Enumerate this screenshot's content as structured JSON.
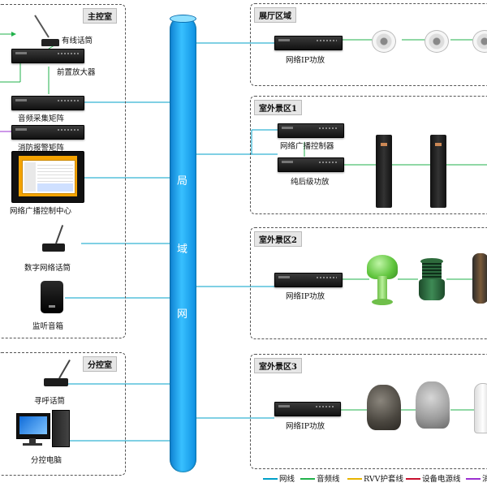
{
  "lan": {
    "chars": [
      "局",
      "域",
      "网"
    ]
  },
  "main_room": {
    "title": "主控室",
    "wired_mic": "有线话筒",
    "pre_amp": "前置放大器",
    "audio_matrix": "音频采集矩阵",
    "fire_matrix": "消防报警矩阵",
    "control_center": "网络广播控制中心",
    "digital_mic": "数字网络话筒",
    "monitor_speaker": "监听音箱"
  },
  "branch_room": {
    "title": "分控室",
    "paging_mic": "寻呼话筒",
    "branch_pc": "分控电脑"
  },
  "hall": {
    "title": "展厅区域",
    "amp": "网络IP功放"
  },
  "outdoor1": {
    "title": "室外景区1",
    "controller": "网络广播控制器",
    "rear_amp": "纯后级功放"
  },
  "outdoor2": {
    "title": "室外景区2",
    "amp": "网络IP功放"
  },
  "outdoor3": {
    "title": "室外景区3",
    "amp": "网络IP功放"
  },
  "legend": {
    "net": "网线",
    "audio": "音频线",
    "rvv": "RVV护套线",
    "power": "设备电源线",
    "fire": "消"
  },
  "colors": {
    "net": "#00a0c8",
    "audio": "#21b24b",
    "rvv": "#e8b400",
    "power": "#c8102e",
    "fire": "#9b30d0",
    "lan_pipe": "#1ea7f0"
  },
  "icons": [
    "microphone-icon",
    "rack-device-icon",
    "monitor-icon",
    "speaker-icon",
    "column-speaker-icon",
    "mushroom-speaker-icon",
    "lawn-speaker-icon",
    "rock-speaker-icon",
    "pc-icon"
  ]
}
